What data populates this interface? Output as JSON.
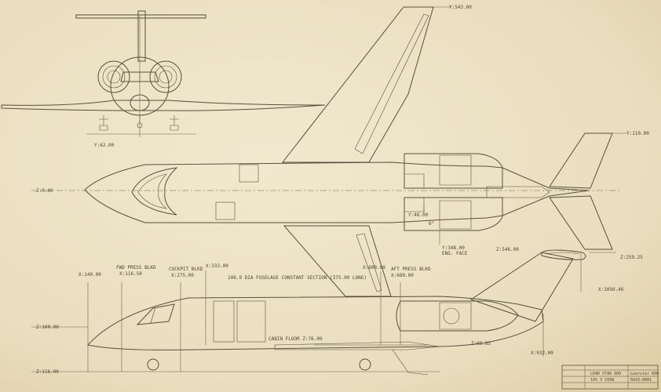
{
  "colors": {
    "paper": "#ece2c6",
    "ink": "#57503e",
    "text": "#4d4636"
  },
  "labels": {
    "y_543": "Y:543.00",
    "y_110": "Y:110.00",
    "y_62": "Y:62.00",
    "z_0": "Z:0.00",
    "y_48": "Y:48.00",
    "eng_face_y": "Y:348.00",
    "eng_face": "ENG. FACE",
    "angle": "6°",
    "z_546": "Z:546.00",
    "z_259": "Z:259.25",
    "x_1050": "X:1050.46",
    "x_140": "X:140.00",
    "fwd_press": "FWD PRESS BLKD",
    "x_116": "X:116.50",
    "cockpit": "COCKPIT BLKD",
    "x_275": "X:275.00",
    "x_333": "X:333.00",
    "fuselage": "106.0 DIA FUSELAGE CONSTANT SECTION (375.00 LONG)",
    "x_608": "X:608.00",
    "aft_press": "AFT PRESS BLKD",
    "x_680": "X:680.00",
    "z_100": "Z:100.00",
    "cabin_floor": "CABIN FLOOR Z:76.00",
    "z_65": "Z:65.85",
    "z_116": "Z:116.00",
    "x_932": "X:932.00"
  },
  "title_block": {
    "title": "LEAR STAR 600",
    "view": "10% 3 VIEW",
    "company": "Learstar 600",
    "number": "6010-0001"
  }
}
